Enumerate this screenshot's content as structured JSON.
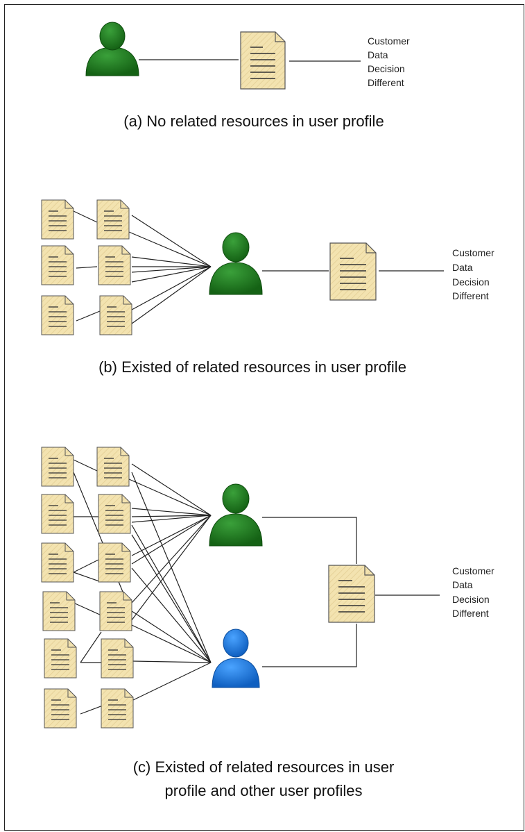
{
  "labels": [
    "Customer",
    "Data",
    "Decision",
    "Different"
  ],
  "captions": {
    "a": "(a) No related resources in user profile",
    "b": "(b) Existed of related resources in user profile",
    "c_line1": "(c) Existed of related resources in user",
    "c_line2": "profile and other user profiles"
  },
  "colors": {
    "user_green": "#1e7a1e",
    "user_green_light": "#3aa03a",
    "user_blue": "#1a7ae0",
    "user_blue_light": "#4aa3ff",
    "doc_fill": "#f3e3b0",
    "doc_stroke": "#555555"
  },
  "icons": [
    "user-icon",
    "document-icon"
  ]
}
